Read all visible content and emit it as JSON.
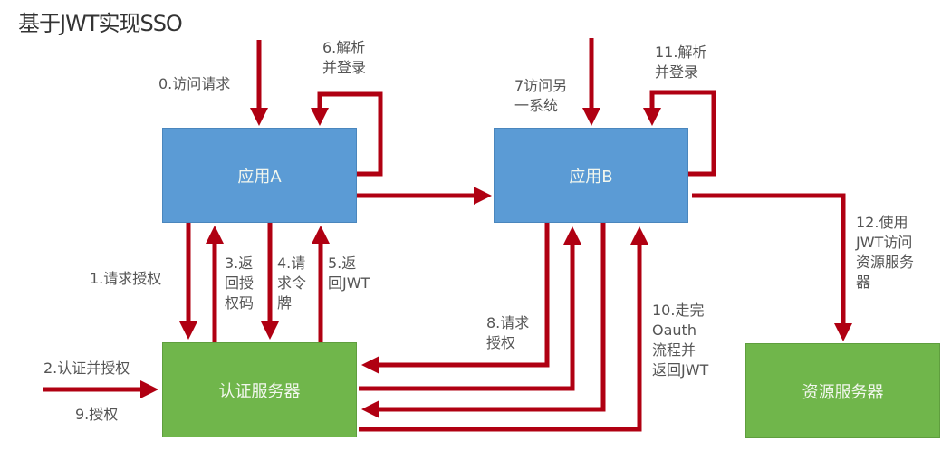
{
  "title": "基于JWT实现SSO",
  "colors": {
    "arrow": "#b00012",
    "app_box": "#5b9bd5",
    "server_box": "#70b64b"
  },
  "nodes": {
    "app_a": "应用A",
    "app_b": "应用B",
    "auth_server": "认证服务器",
    "resource_server": "资源服务器"
  },
  "steps": [
    {
      "id": "0",
      "label": "0.访问请求"
    },
    {
      "id": "1",
      "label": "1.请求授权"
    },
    {
      "id": "2",
      "label": "2.认证并授权"
    },
    {
      "id": "3",
      "label": "3.返\n回授\n权码"
    },
    {
      "id": "4",
      "label": "4.请\n求令\n牌"
    },
    {
      "id": "5",
      "label": "5.返\n回JWT"
    },
    {
      "id": "6",
      "label": "6.解析\n并登录"
    },
    {
      "id": "7",
      "label": "7访问另\n一系统"
    },
    {
      "id": "8",
      "label": "8.请求\n授权"
    },
    {
      "id": "9",
      "label": "9.授权"
    },
    {
      "id": "10",
      "label": "10.走完\nOauth\n流程并\n返回JWT"
    },
    {
      "id": "11",
      "label": "11.解析\n并登录"
    },
    {
      "id": "12",
      "label": "12.使用\nJWT访问\n资源服务\n器"
    }
  ]
}
